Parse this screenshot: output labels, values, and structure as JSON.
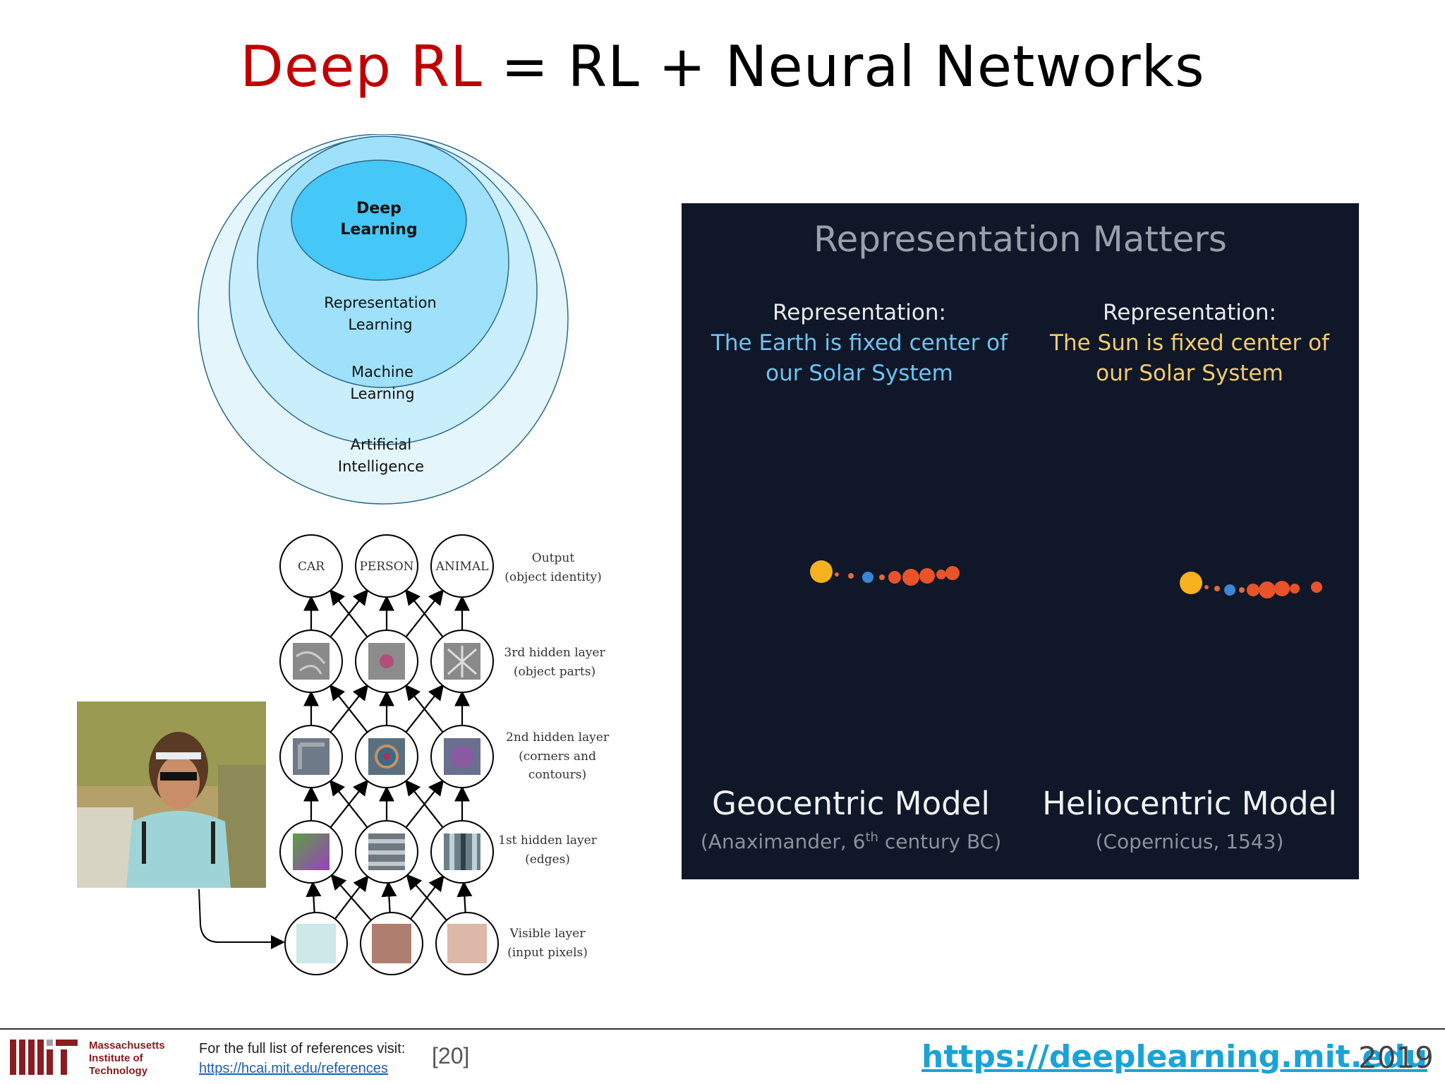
{
  "slide": {
    "title_highlight": "Deep RL",
    "title_rest": "= RL + Neural Networks"
  },
  "venn": {
    "deep_learning_1": "Deep",
    "deep_learning_2": "Learning",
    "representation_1": "Representation",
    "representation_2": "Learning",
    "machine_1": "Machine",
    "machine_2": "Learning",
    "ai_1": "Artificial",
    "ai_2": "Intelligence"
  },
  "network": {
    "outputs": [
      "CAR",
      "PERSON",
      "ANIMAL"
    ],
    "layer_labels": {
      "output_1": "Output",
      "output_2": "(object identity)",
      "hidden3_1": "3rd hidden layer",
      "hidden3_2": "(object parts)",
      "hidden2_1": "2nd hidden layer",
      "hidden2_2": "(corners and",
      "hidden2_3": "contours)",
      "hidden1_1": "1st hidden layer",
      "hidden1_2": "(edges)",
      "visible_1": "Visible layer",
      "visible_2": "(input pixels)"
    },
    "visible_colors": [
      "#cde8e8",
      "#b07e6e",
      "#dcb8a8"
    ]
  },
  "representation_panel": {
    "heading": "Representation Matters",
    "left_label": "Representation:",
    "left_desc_1": "The Earth is fixed center of",
    "left_desc_2": "our Solar System",
    "right_label": "Representation:",
    "right_desc_1": "The Sun is fixed center of",
    "right_desc_2": "our Solar System",
    "left_model": "Geocentric Model",
    "left_model_sub_a": "(Anaximander,  6",
    "left_model_sub_sup": "th",
    "left_model_sub_b": " century BC)",
    "right_model": "Heliocentric Model",
    "right_model_sub": "(Copernicus,  1543)",
    "colors": {
      "background": "#0f1728",
      "left_accent": "#6fc3f0",
      "right_accent": "#f2cc6b"
    }
  },
  "footer": {
    "mit_line1": "Massachusetts",
    "mit_line2": "Institute of",
    "mit_line3": "Technology",
    "ref_label": "For the full list of references visit:",
    "ref_link": "https://hcai.mit.edu/references",
    "ref_num": "[20]",
    "site": "https://deeplearning.mit.edu",
    "year": "2019"
  }
}
